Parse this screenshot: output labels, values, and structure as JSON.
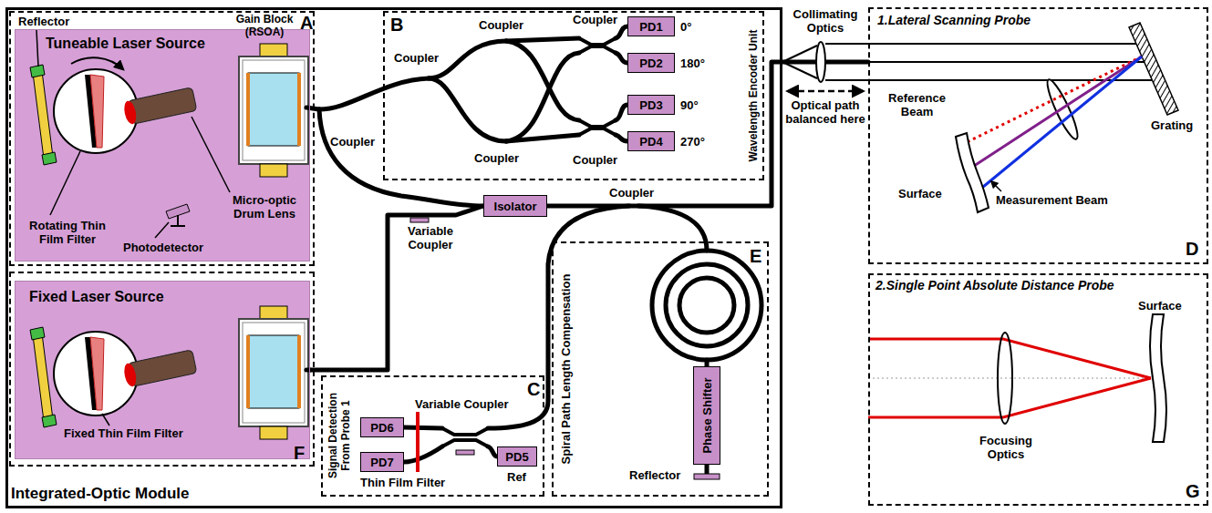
{
  "diagram": {
    "nodes": [
      {
        "text": [
          "Integrated-Optic Module"
        ]
      },
      {
        "text": [
          "A"
        ],
        "in": 0
      },
      {
        "text": [
          "Tuneable Laser Source"
        ],
        "in": 1
      },
      {
        "text": [
          "Wavelength Encoder Unit",
          "B"
        ],
        "in": 0
      },
      {
        "text": [
          "PD1"
        ],
        "in": 3
      },
      {
        "text": [
          "PD2"
        ],
        "in": 3
      },
      {
        "text": [
          "PD3"
        ],
        "in": 3
      },
      {
        "text": [
          "PD4"
        ],
        "in": 3
      },
      {
        "text": [
          "Isolator"
        ],
        "in": 0
      },
      {
        "text": [
          "F"
        ],
        "in": 0
      },
      {
        "text": [
          "Fixed Laser Source"
        ],
        "in": 9
      },
      {
        "text": [
          "Signal Detection From Probe 1",
          "C"
        ],
        "in": 0
      },
      {
        "text": [
          "PD6"
        ],
        "in": 11
      },
      {
        "text": [
          "PD7"
        ],
        "in": 11
      },
      {
        "text": [
          "PD5"
        ],
        "in": 11
      },
      {
        "text": [
          "Spiral Path Length Compensation",
          "E"
        ],
        "in": 0
      },
      {
        "text": [
          "Phase Shifter"
        ],
        "in": 15
      },
      {
        "text": [
          "1.Lateral Scanning Probe",
          "D"
        ]
      },
      {
        "text": [
          "2.Single Point Absolute Distance Probe",
          "G"
        ]
      }
    ],
    "edges": [
      {
        "from": 10,
        "to": 8,
        "arrow": "none"
      },
      {
        "from": 8,
        "to": 17,
        "arrow": "none"
      }
    ],
    "labels": [
      "Reflector",
      "Gain Block (RSOA)",
      "Rotating Thin Film Filter",
      "Photodetector",
      "Micro-optic Drum Lens",
      "Coupler",
      "Coupler",
      "Coupler",
      "Coupler",
      "0°",
      "180°",
      "90°",
      "270°",
      "Coupler",
      "Coupler",
      "Coupler",
      "Variable Coupler",
      "Fixed Thin Film Filter",
      "Variable Coupler",
      "Thin Film Filter",
      "Ref",
      "Reflector",
      "Collimating Optics",
      "Optical path balanced here",
      "Grating",
      "Reference Beam",
      "Surface",
      "Measurement Beam",
      "Surface",
      "Focusing Optics"
    ]
  }
}
